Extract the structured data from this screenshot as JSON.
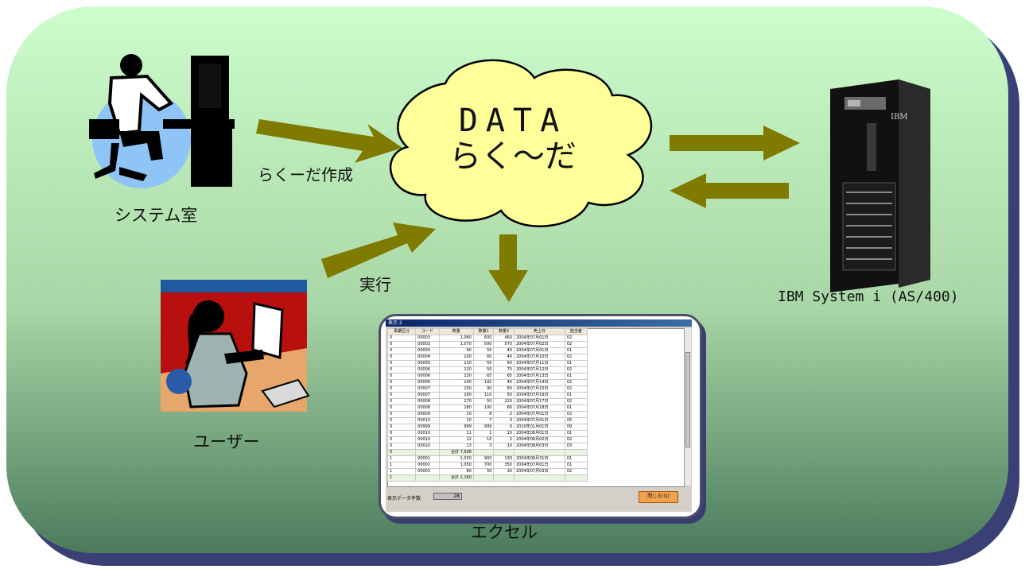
{
  "labels": {
    "system_room": "システム室",
    "create": "らくーだ作成",
    "execute": "実行",
    "user": "ユーザー",
    "excel": "エクセル",
    "server": "IBM System i (AS/400)",
    "cloud_line1": "DATA",
    "cloud_line2": "らく～だ",
    "ibm_logo": "IBM"
  },
  "colors": {
    "arrow": "#7f7a00",
    "cloud_fill": "#ffff99",
    "panel_top": "#c9fcc8",
    "panel_bottom": "#4a7a5a",
    "shadow": "#3a3f75"
  },
  "excel": {
    "title": "表示 2",
    "headers": [
      "事業区分",
      "コード",
      "数量",
      "数量1",
      "数量2",
      "売上日",
      "担当者"
    ],
    "rows": [
      [
        "0",
        "00003",
        "1,060",
        "600",
        "460",
        "2004年07月01日",
        "02"
      ],
      [
        "0",
        "00003",
        "1,070",
        "500",
        "570",
        "2004年07月02日",
        "02"
      ],
      [
        "0",
        "00004",
        "90",
        "50",
        "40",
        "2004年07月01日",
        "01"
      ],
      [
        "0",
        "00004",
        "100",
        "60",
        "40",
        "2004年07月10日",
        "02"
      ],
      [
        "0",
        "00005",
        "110",
        "50",
        "60",
        "2004年07月11日",
        "01"
      ],
      [
        "0",
        "00006",
        "120",
        "50",
        "70",
        "2004年07月12日",
        "02"
      ],
      [
        "0",
        "00006",
        "130",
        "65",
        "65",
        "2004年07月13日",
        "01"
      ],
      [
        "0",
        "00006",
        "140",
        "100",
        "40",
        "2004年07月14日",
        "02"
      ],
      [
        "0",
        "00007",
        "150",
        "90",
        "60",
        "2004年07月15日",
        "02"
      ],
      [
        "0",
        "00007",
        "160",
        "110",
        "50",
        "2004年07月16日",
        "01"
      ],
      [
        "0",
        "00008",
        "170",
        "50",
        "120",
        "2004年07月17日",
        "02"
      ],
      [
        "0",
        "00008",
        "180",
        "100",
        "80",
        "2004年07月18日",
        "01"
      ],
      [
        "0",
        "00009",
        "10",
        "8",
        "2",
        "2004年07月01日",
        "02"
      ],
      [
        "0",
        "00010",
        "10",
        "7",
        "3",
        "2004年07月01日",
        "05"
      ],
      [
        "0",
        "00999",
        "999",
        "999",
        "0",
        "2010年01月01日",
        "09"
      ],
      [
        "0",
        "00010",
        "11",
        "1",
        "10",
        "2004年08月01日",
        "01"
      ],
      [
        "0",
        "00010",
        "12",
        "10",
        "2",
        "2004年08月02日",
        "02"
      ],
      [
        "0",
        "00010",
        "13",
        "3",
        "10",
        "2004年08月03日",
        "03"
      ],
      [
        "0",
        "",
        "合計 7,596",
        "",
        "",
        "",
        ""
      ],
      [
        "1",
        "00001",
        "1,030",
        "900",
        "130",
        "2004年08月31日",
        "01"
      ],
      [
        "1",
        "00002",
        "1,050",
        "700",
        "350",
        "2004年07月01日",
        "01"
      ],
      [
        "1",
        "00003",
        "80",
        "50",
        "30",
        "2004年07月03日",
        "02"
      ],
      [
        "1",
        "",
        "合計 2,160",
        "",
        "",
        "",
        ""
      ]
    ],
    "footer_label": "表示データ件数",
    "count": "28",
    "close_button": "閉じる(Q)"
  }
}
